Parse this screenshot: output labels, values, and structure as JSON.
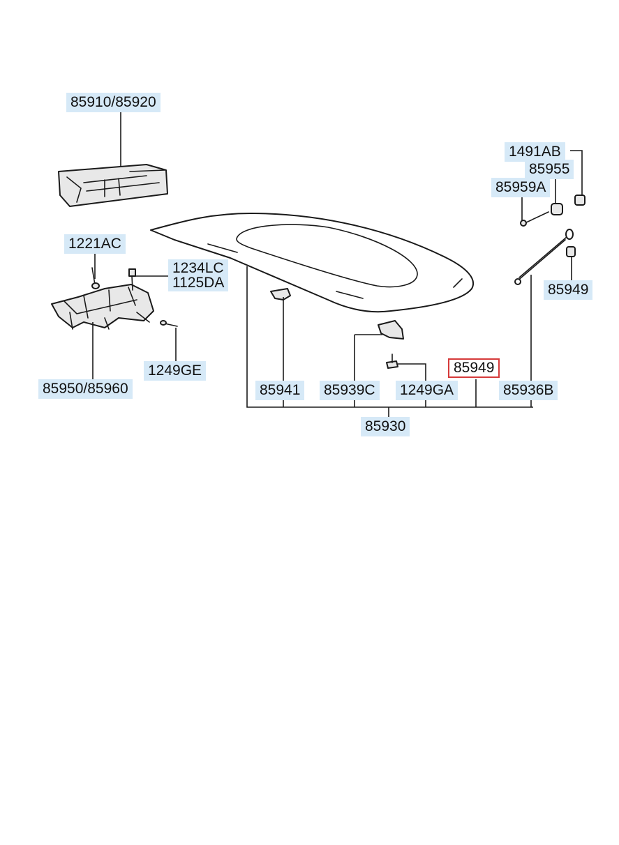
{
  "callouts": {
    "c85910": "85910/85920",
    "c1491ab": "1491AB",
    "c85955": "85955",
    "c85959a": "85959A",
    "c1221ac": "1221AC",
    "c1234lc": "1234LC",
    "c1125da": "1125DA",
    "c85949_right": "85949",
    "c1249ge": "1249GE",
    "c85949_selected": "85949",
    "c85950": "85950/85960",
    "c85941": "85941",
    "c85939c": "85939C",
    "c1249ga": "1249GA",
    "c85936b": "85936B",
    "c85930": "85930"
  },
  "colors": {
    "label_background": "#d6e9f7",
    "selected_border": "#d63a3a",
    "line": "#1a1a1a"
  }
}
